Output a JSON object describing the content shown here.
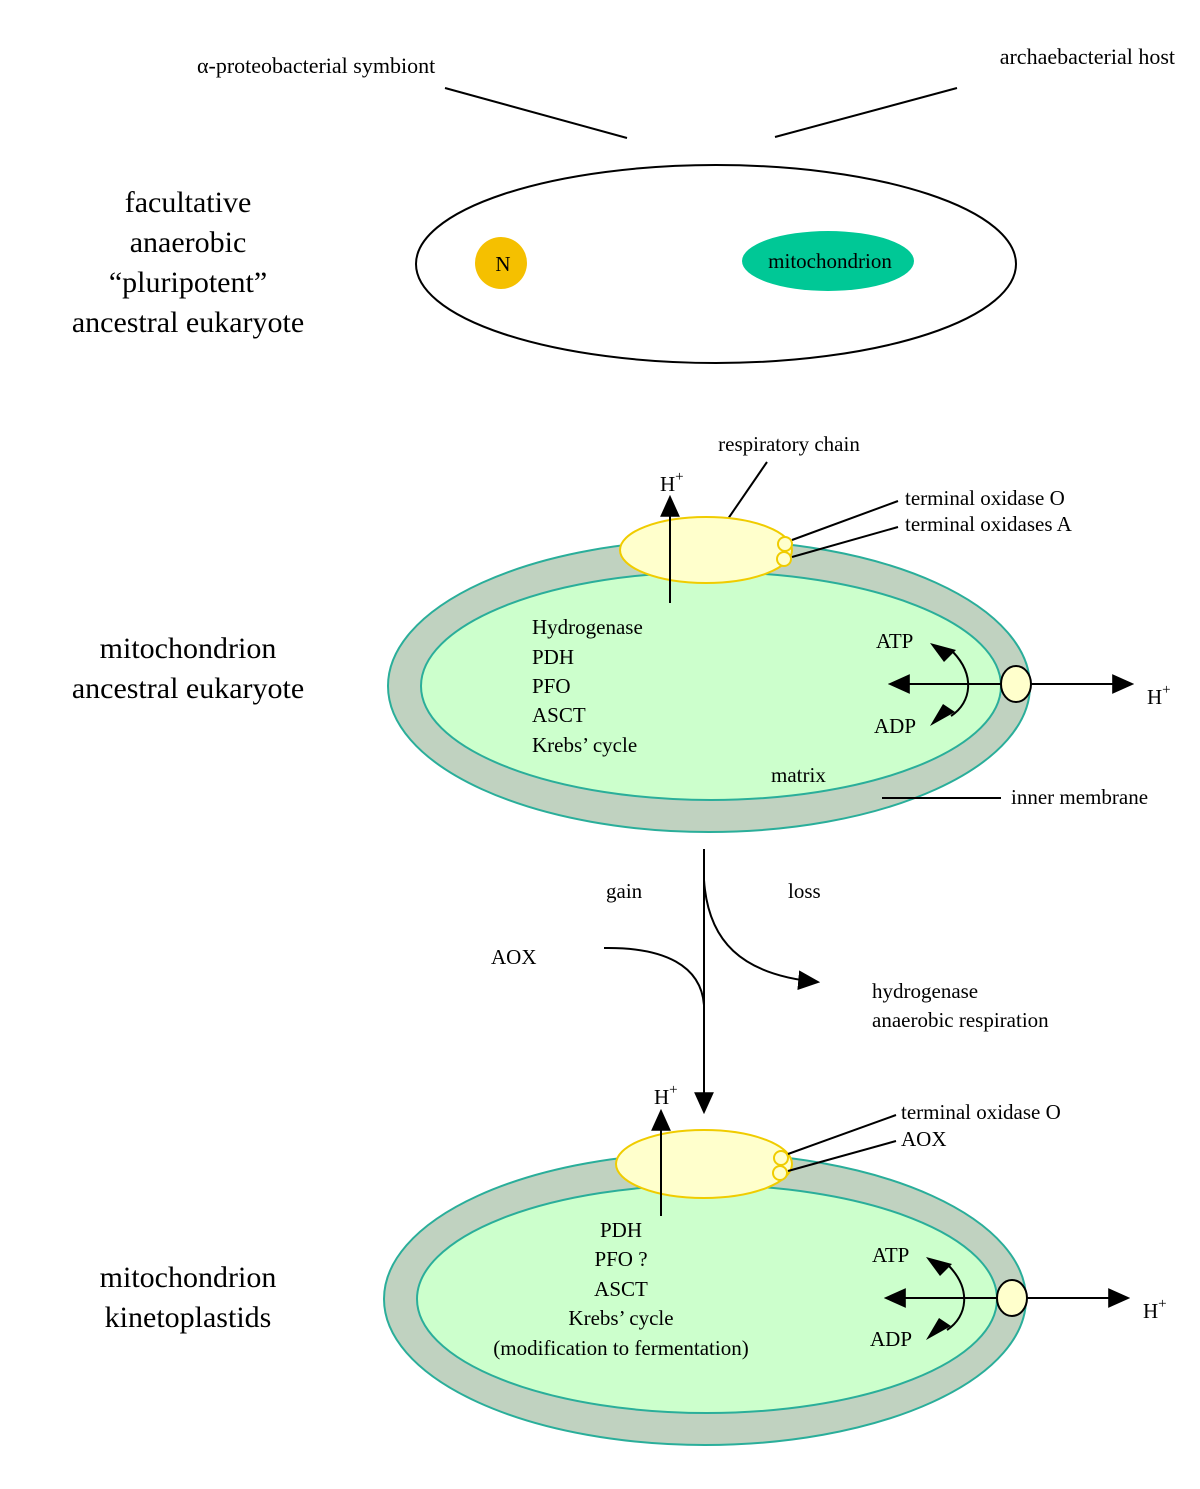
{
  "colors": {
    "nucleus": "#F5C000",
    "mitochondrion_top": "#00C896",
    "matrix": "#CCFFCC",
    "intermembrane": "#C0D2C0",
    "membrane_outline": "#2AAE9A",
    "respiratory_chain_fill": "#FFFFCC",
    "respiratory_chain_stroke": "#F0CC00",
    "line": "#000000"
  },
  "top": {
    "symbiont_label": "α-proteobacterial symbiont",
    "host_label": "archaebacterial host",
    "cell_title_lines": [
      "facultative",
      "anaerobic",
      "“pluripotent”",
      "ancestral eukaryote"
    ],
    "nucleus_label": "N",
    "mitochondrion_label": "mitochondrion"
  },
  "ancestral": {
    "title_lines": [
      "mitochondrion",
      "ancestral eukaryote"
    ],
    "respiratory_chain_label": "respiratory chain",
    "proton": "H",
    "proton_charge": "+",
    "oxidase_labels": [
      "terminal oxidase O",
      "terminal oxidases A"
    ],
    "enzymes": [
      "Hydrogenase",
      "PDH",
      "PFO",
      "ASCT",
      "Krebs’ cycle"
    ],
    "atp": "ATP",
    "adp": "ADP",
    "matrix_label": "matrix",
    "inner_membrane_label": "inner  membrane"
  },
  "transition": {
    "gain": "gain",
    "loss": "loss",
    "gained_item": "AOX",
    "lost_items": [
      "hydrogenase",
      "anaerobic respiration"
    ]
  },
  "kinetoplastid": {
    "title_lines": [
      "mitochondrion",
      "kinetoplastids"
    ],
    "proton": "H",
    "proton_charge": "+",
    "oxidase_labels": [
      "terminal oxidase O",
      "AOX"
    ],
    "enzymes": [
      "PDH",
      "PFO ?",
      "ASCT",
      "Krebs’ cycle",
      "(modification to fermentation)"
    ],
    "atp": "ATP",
    "adp": "ADP"
  }
}
